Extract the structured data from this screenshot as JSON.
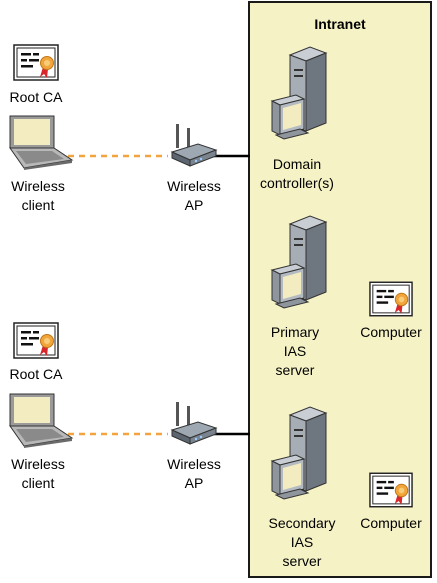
{
  "intranet": {
    "title": "Intranet"
  },
  "groups": [
    {
      "root_ca": "Root CA",
      "client": [
        "Wireless",
        "client"
      ],
      "ap": [
        "Wireless",
        "AP"
      ]
    },
    {
      "root_ca": "Root CA",
      "client": [
        "Wireless",
        "client"
      ],
      "ap": [
        "Wireless",
        "AP"
      ]
    }
  ],
  "servers": {
    "dc": [
      "Domain",
      "controller(s)"
    ],
    "primary": [
      "Primary",
      "IAS",
      "server"
    ],
    "secondary": [
      "Secondary",
      "IAS",
      "server"
    ]
  },
  "computer_cert": "Computer",
  "colors": {
    "intranet_fill": "#f5f2c6",
    "wireless_link": "#f2a43f",
    "wire": "#000000"
  }
}
